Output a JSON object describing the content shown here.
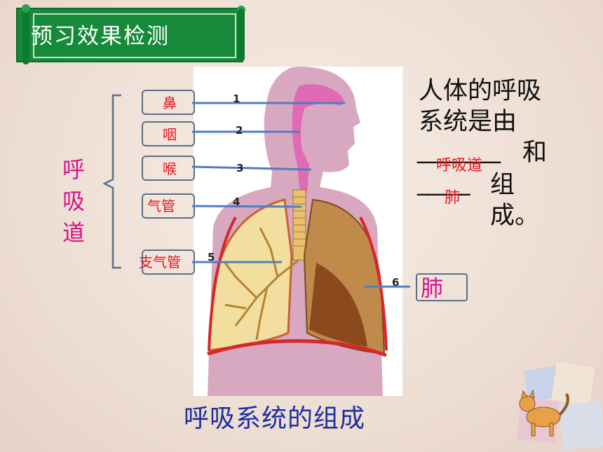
{
  "banner": {
    "title": "预习效果检测"
  },
  "respiratory_tract": {
    "label": "呼吸道"
  },
  "parts": [
    {
      "name": "鼻",
      "number": "1"
    },
    {
      "name": "咽",
      "number": "2"
    },
    {
      "name": "喉",
      "number": "3"
    },
    {
      "name": "气管",
      "number": "4"
    },
    {
      "name": "支气管",
      "number": "5"
    }
  ],
  "lung": {
    "name": "肺",
    "number": "6"
  },
  "statement": {
    "line1": "人体的呼吸",
    "line2": "系统是由",
    "blank1_answer": "呼吸道",
    "conj": "和",
    "blank2_answer": "肺",
    "end": "组成。"
  },
  "caption": "呼吸系统的组成"
}
